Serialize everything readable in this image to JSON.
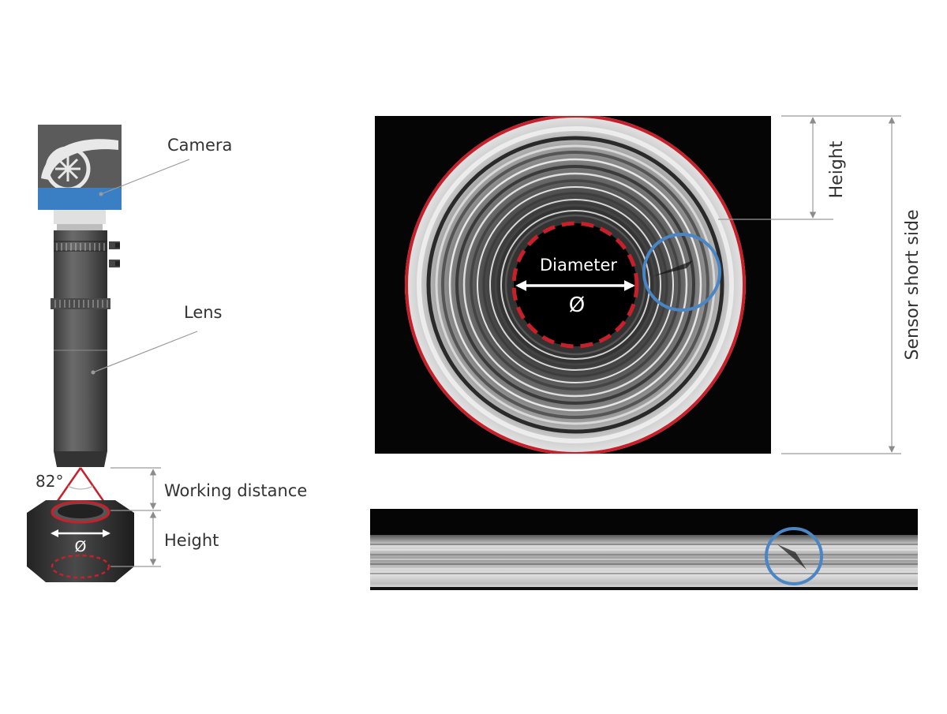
{
  "labels": {
    "camera": "Camera",
    "lens": "Lens",
    "angle": "82°",
    "working_distance": "Working distance",
    "height_left": "Height",
    "diameter_symbol_left": "Ø",
    "diameter": "Diameter",
    "diameter_symbol": "Ø",
    "height_right": "Height",
    "sensor_short_side": "Sensor short side"
  },
  "colors": {
    "accent_red": "#c8202a",
    "accent_blue": "#4a86c5",
    "camera_blue": "#3a7fc4",
    "leader_gray": "#9a9a9a"
  }
}
